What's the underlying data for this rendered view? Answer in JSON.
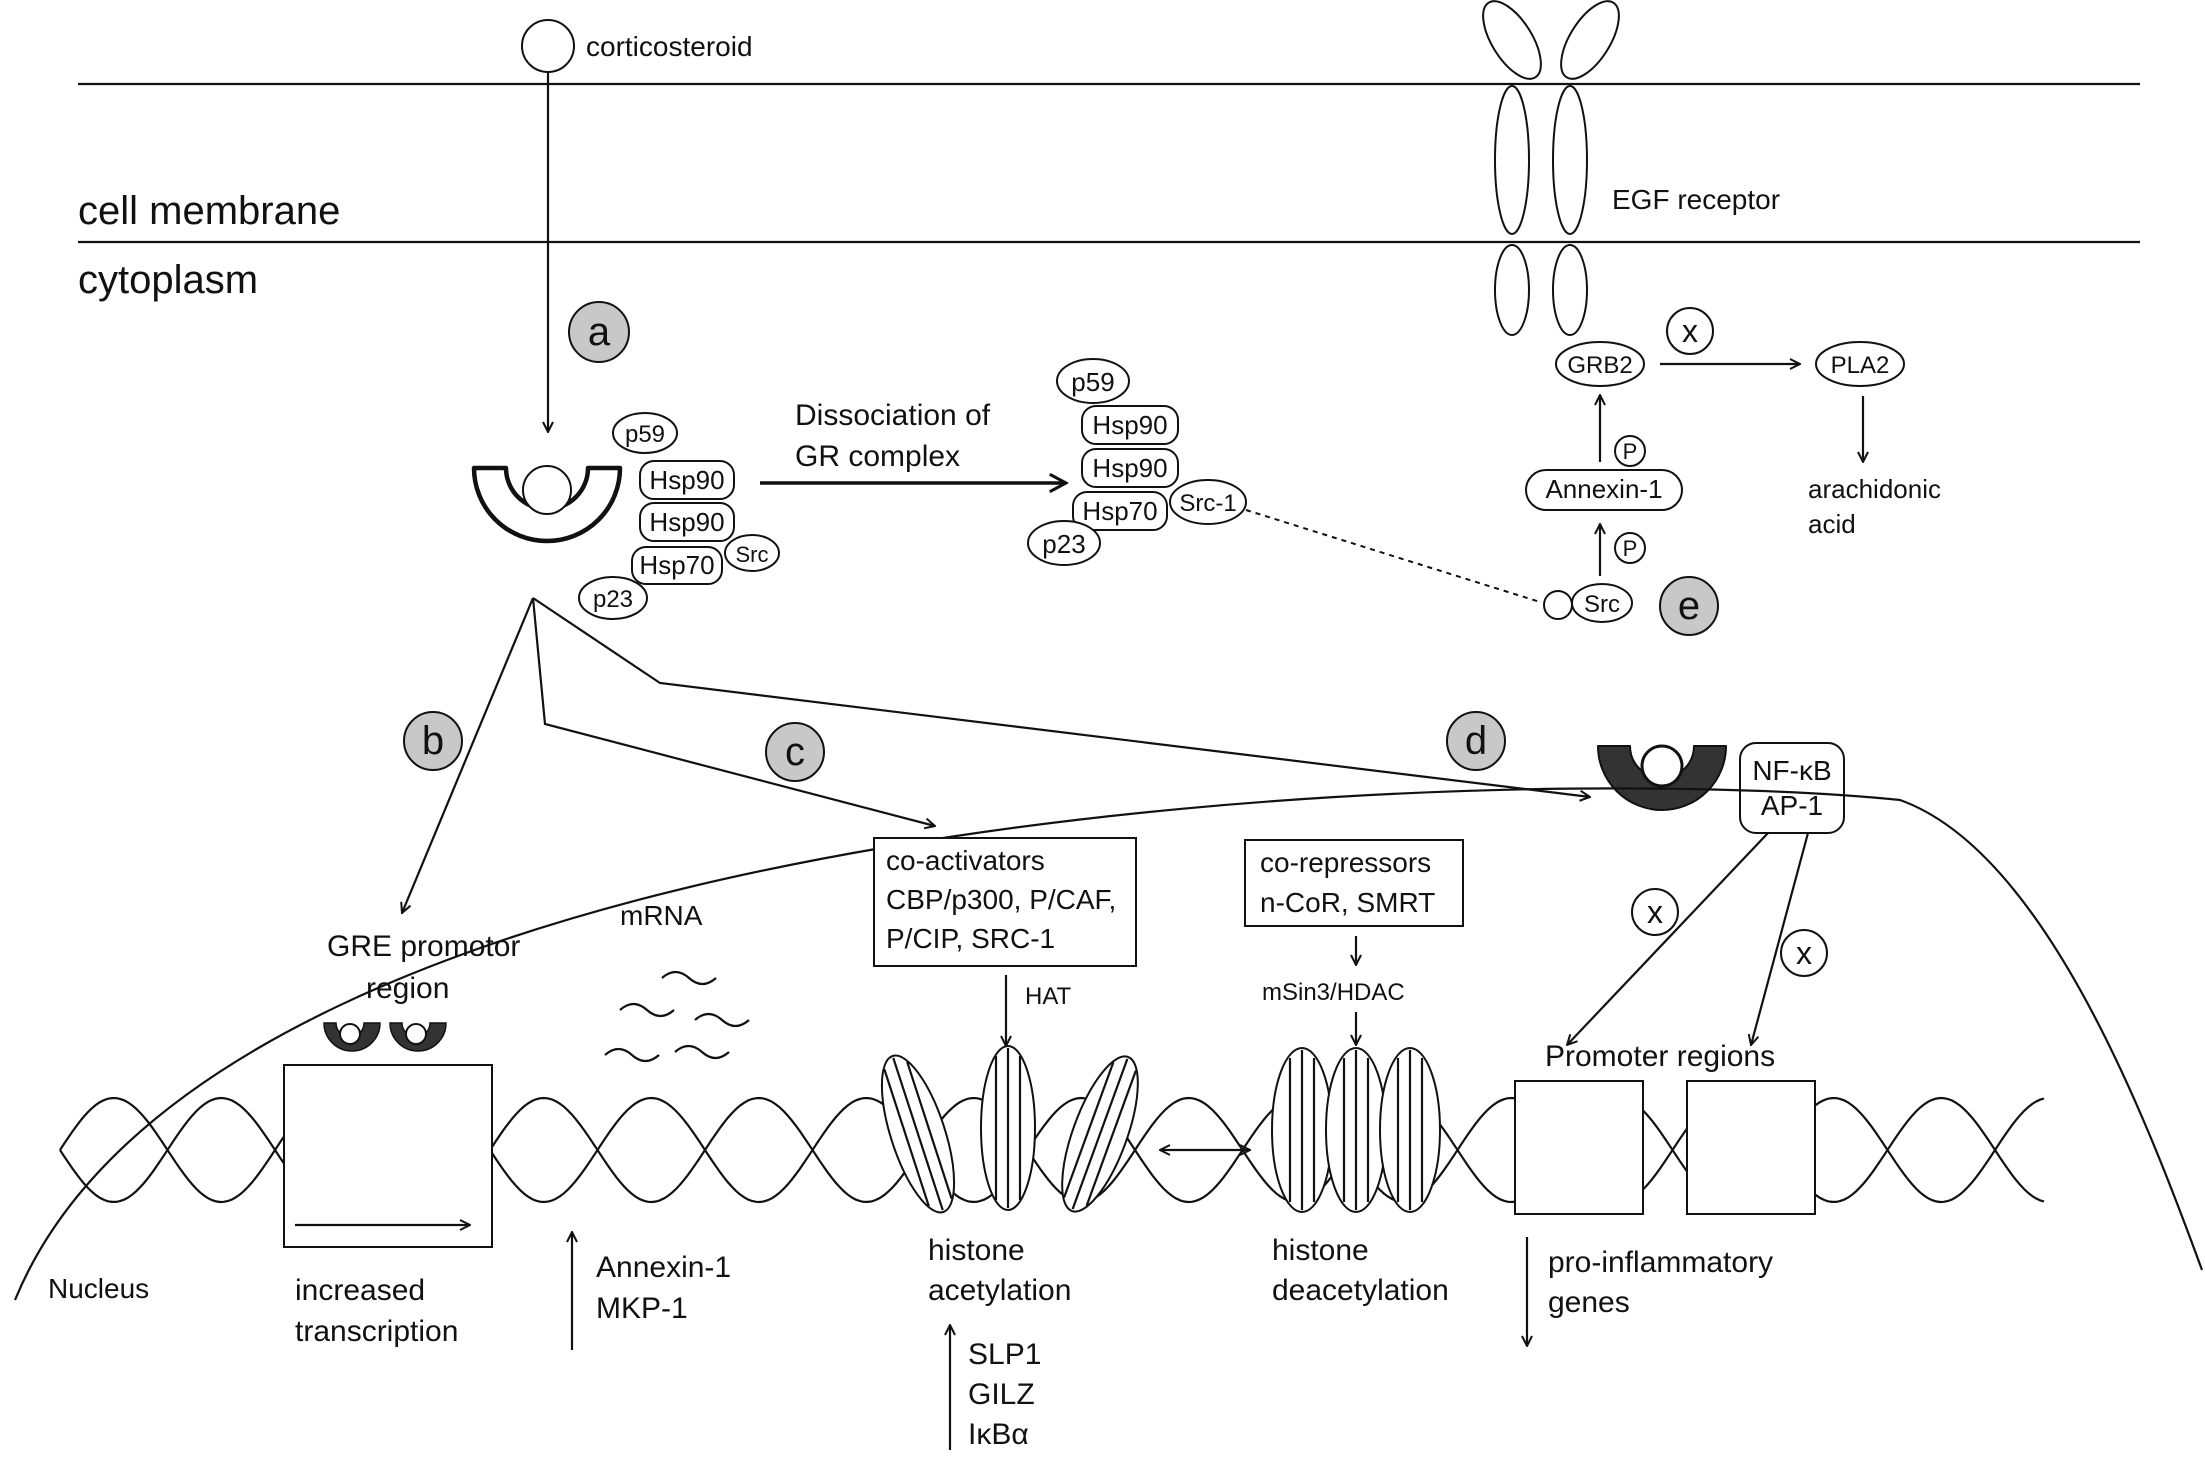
{
  "membrane": {
    "ligand": "corticosteroid",
    "cell_membrane": "cell membrane",
    "cytoplasm": "cytoplasm",
    "egf_receptor": "EGF receptor"
  },
  "steps": {
    "a": "a",
    "b": "b",
    "c": "c",
    "d": "d",
    "e": "e"
  },
  "gr_complex": {
    "chaperones": [
      "p59",
      "Hsp90",
      "Hsp90",
      "Hsp70",
      "p23",
      "Src"
    ],
    "dissociation_line1": "Dissociation of",
    "dissociation_line2": "GR complex",
    "dissociated": [
      "p59",
      "Hsp90",
      "Hsp90",
      "Hsp70",
      "p23",
      "Src-1"
    ]
  },
  "egf_pathway": {
    "grb2": "GRB2",
    "pla2": "PLA2",
    "annexin": "Annexin-1",
    "phospho": "P",
    "src": "Src",
    "block": "x",
    "product_line1": "arachidonic",
    "product_line2": "acid"
  },
  "transrepression": {
    "nfkb": "NF-κB",
    "ap1": "AP-1"
  },
  "nucleus": {
    "label": "Nucleus",
    "gre_line1": "GRE promotor",
    "gre_line2": "region",
    "mrna": "mRNA",
    "increased_line1": "increased",
    "increased_line2": "transcription",
    "up_genes": [
      "Annexin-1",
      "MKP-1"
    ],
    "coactivators": [
      "co-activators",
      "CBP/p300, P/CAF,",
      "P/CIP, SRC-1"
    ],
    "hat": "HAT",
    "acetylation_line1": "histone",
    "acetylation_line2": "acetylation",
    "acetylation_genes": [
      "SLP1",
      "GILZ",
      "IκBα"
    ],
    "corepressors": [
      "co-repressors",
      "n-CoR, SMRT"
    ],
    "hdac": "mSin3/HDAC",
    "deacetylation_line1": "histone",
    "deacetylation_line2": "deacetylation",
    "promoter_regions": "Promoter regions",
    "proinflammatory_line1": "pro-inflammatory",
    "proinflammatory_line2": "genes",
    "block": "x"
  }
}
